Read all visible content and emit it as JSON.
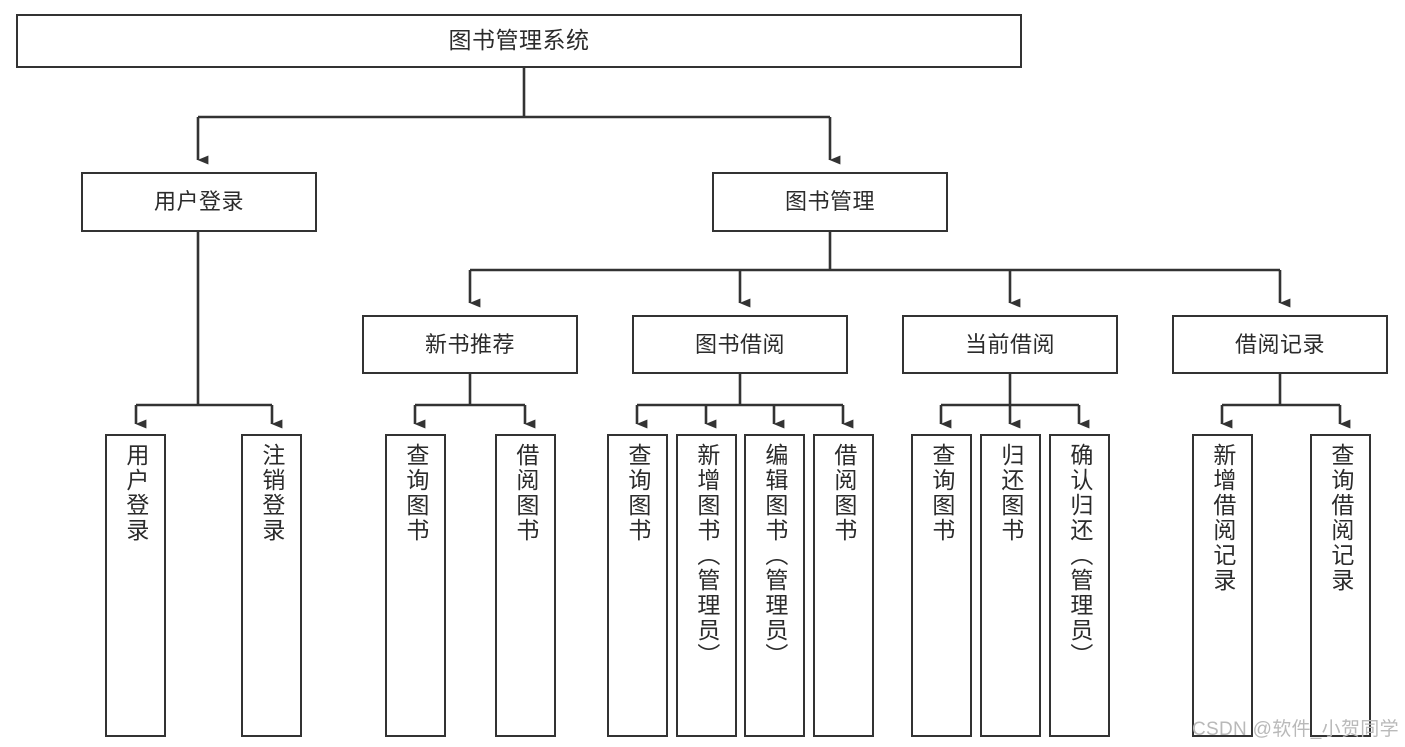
{
  "diagram": {
    "title": "图书管理系统",
    "type": "hierarchy-tree",
    "watermark": "CSDN @软件_小贺同学",
    "colors": {
      "box_border": "#333333",
      "box_fill": "#ffffff",
      "connector": "#333333",
      "text": "#2b2b2b",
      "watermark": "#b9b9b9",
      "background": "#ffffff"
    },
    "levels": {
      "root": {
        "label": "图书管理系统"
      },
      "level2": [
        {
          "label": "用户登录"
        },
        {
          "label": "图书管理"
        }
      ],
      "level3": [
        {
          "label": "新书推荐"
        },
        {
          "label": "图书借阅"
        },
        {
          "label": "当前借阅"
        },
        {
          "label": "借阅记录"
        }
      ],
      "leaves": {
        "user_login": [
          {
            "label": "用户登录"
          },
          {
            "label": "注销登录"
          }
        ],
        "new_book_recommend": [
          {
            "label": "查询图书"
          },
          {
            "label": "借阅图书"
          }
        ],
        "book_borrow": [
          {
            "label": "查询图书"
          },
          {
            "label": "新增图书（管理员）"
          },
          {
            "label": "编辑图书（管理员）"
          },
          {
            "label": "借阅图书"
          }
        ],
        "current_borrow": [
          {
            "label": "查询图书"
          },
          {
            "label": "归还图书"
          },
          {
            "label": "确认归还（管理员）"
          }
        ],
        "borrow_record": [
          {
            "label": "新增借阅记录"
          },
          {
            "label": "查询借阅记录"
          }
        ]
      }
    }
  }
}
